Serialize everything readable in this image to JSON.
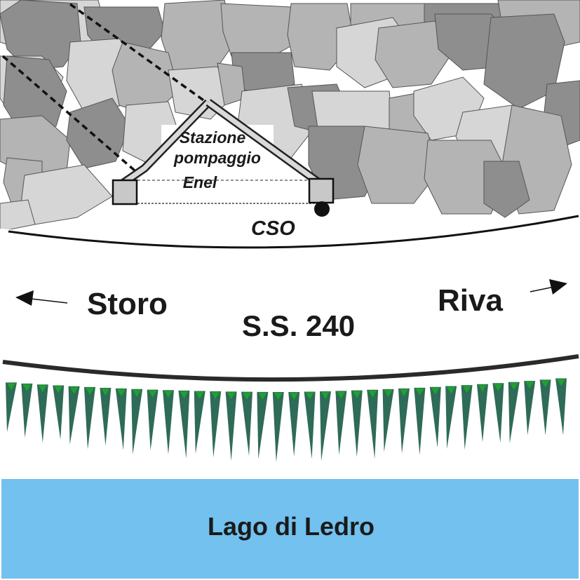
{
  "labels": {
    "station_line1": "Stazione",
    "station_line2": "pompaggio",
    "station_line3": "Enel",
    "cso": "CSO",
    "left_direction": "Storo",
    "right_direction": "Riva",
    "road": "S.S. 240",
    "lake": "Lago di Ledro"
  },
  "colors": {
    "rock_light": "#d6d6d6",
    "rock_mid": "#b4b4b4",
    "rock_dark": "#8e8e8e",
    "rock_outline": "#555555",
    "lake": "#72c1ee",
    "vegetation_dark": "#2e6b58",
    "vegetation_light": "#1fa12f",
    "structure_fill": "#c8c8c8",
    "text": "#1a1a1a"
  },
  "icons": {
    "left_arrow": "arrow-left-icon",
    "right_arrow": "arrow-right-icon",
    "outlet_point": "filled-circle-icon"
  }
}
